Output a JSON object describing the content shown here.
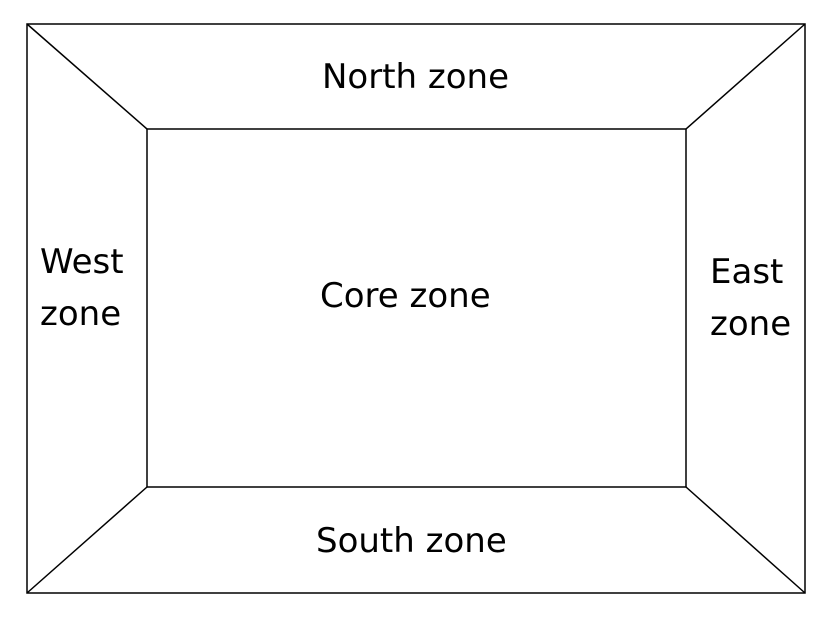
{
  "zones": {
    "north": "North zone",
    "south": "South zone",
    "west": [
      "West",
      "zone"
    ],
    "east": [
      "East",
      "zone"
    ],
    "core": "Core zone"
  },
  "colors": {
    "stroke": "#000000",
    "background": "#ffffff"
  }
}
